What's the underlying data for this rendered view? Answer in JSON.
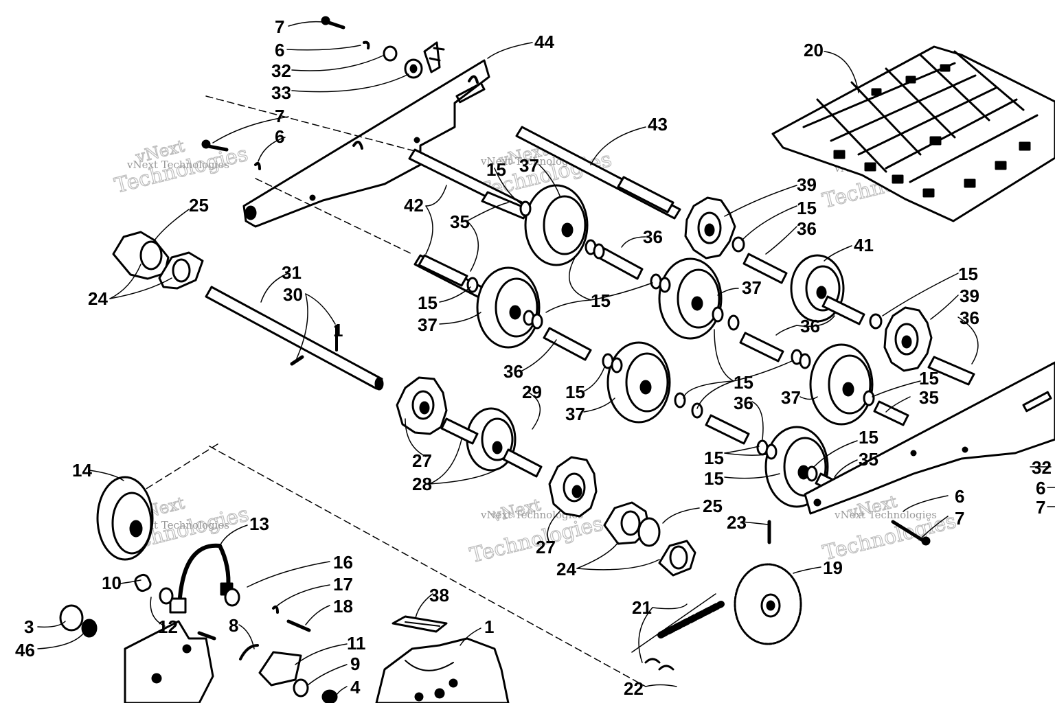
{
  "diagram": {
    "watermark_text": "vNext Technologies",
    "watermark_line1": "vNext",
    "watermark_line2": "Technologies",
    "ink_color": "#000000",
    "paper_color": "#ffffff",
    "labels": {
      "l7a": "7",
      "l6a": "6",
      "l32a": "32",
      "l33": "33",
      "l44": "44",
      "l7b": "7",
      "l6b": "6",
      "l20": "20",
      "l43": "43",
      "l25a": "25",
      "l24a": "24",
      "l31": "31",
      "l30": "30",
      "l1a": "1",
      "l42": "42",
      "l35a": "35",
      "l15a": "15",
      "l37a": "37",
      "l39a": "39",
      "l15b": "15",
      "l36a": "36",
      "l36b": "36",
      "l41": "41",
      "l15c": "15",
      "l37b": "37",
      "l15d": "15",
      "l36c": "36",
      "l15e": "15",
      "l39b": "39",
      "l36d": "36",
      "l36e": "36",
      "l15f": "15",
      "l37c": "37",
      "l15g": "15",
      "l36f": "36",
      "l15h": "15",
      "l37d": "37",
      "l15i": "15",
      "l35b": "35",
      "l29": "29",
      "l27a": "27",
      "l28": "28",
      "l15j": "15",
      "l15k": "15",
      "l35c": "35",
      "l37e": "37",
      "l32b": "32",
      "l6c": "6",
      "l7c": "7",
      "l6d": "6",
      "l7d": "7",
      "l14": "14",
      "l13": "13",
      "l16": "16",
      "l17": "17",
      "l18": "18",
      "l10": "10",
      "l12": "12",
      "l8": "8",
      "l11": "11",
      "l9": "9",
      "l4": "4",
      "l3": "3",
      "l46": "46",
      "l38": "38",
      "l1b": "1",
      "l27b": "27",
      "l24b": "24",
      "l25b": "25",
      "l23": "23",
      "l19": "19",
      "l21": "21",
      "l22": "22"
    }
  }
}
